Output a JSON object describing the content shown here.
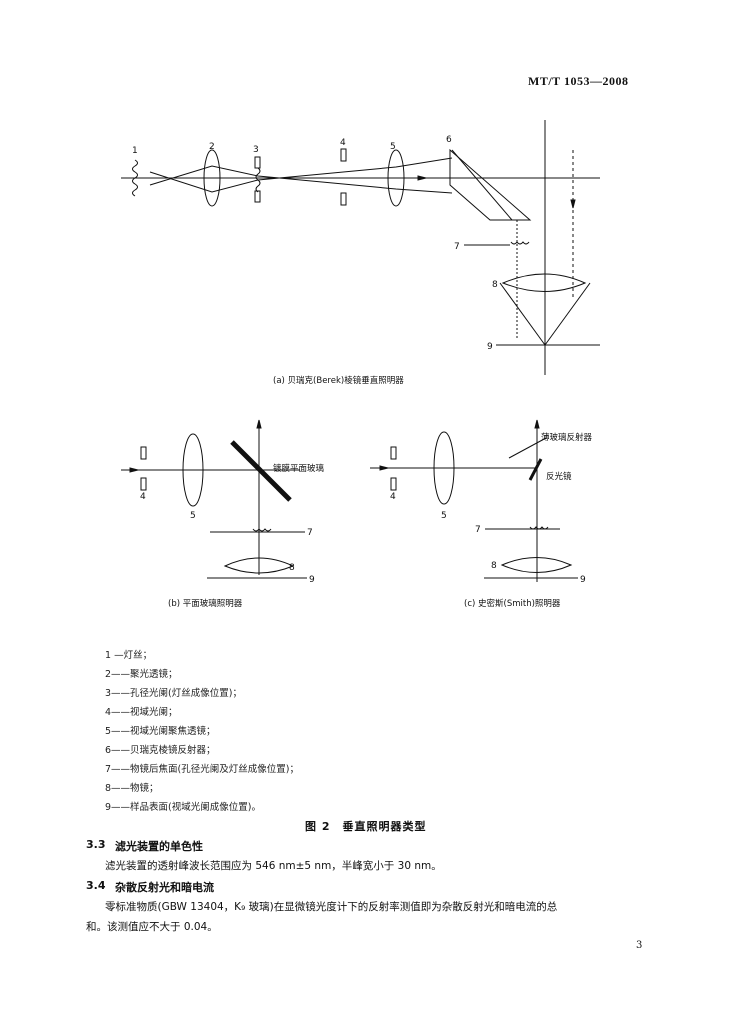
{
  "header": {
    "standard_code": "MT/T 1053—2008"
  },
  "figure": {
    "diagram_a": {
      "part_labels": [
        "1",
        "2",
        "3",
        "4",
        "5",
        "6",
        "7",
        "8",
        "9"
      ],
      "caption": "(a) 贝瑞克(Berek)棱镜垂直照明器"
    },
    "diagram_b": {
      "part_labels": [
        "4",
        "5",
        "7",
        "8",
        "9"
      ],
      "mirror_label": "镀膜平面玻璃",
      "caption": "(b) 平面玻璃照明器"
    },
    "diagram_c": {
      "part_labels": [
        "4",
        "5",
        "7",
        "8",
        "9"
      ],
      "thin_glass_label": "薄玻璃反射器",
      "reflector_label": "反光镜",
      "caption": "(c) 史密斯(Smith)照明器"
    },
    "legend": [
      "1 —灯丝；",
      "2——聚光透镜；",
      "3——孔径光阑(灯丝成像位置)；",
      "4——视域光阑；",
      "5——视域光阑聚焦透镜；",
      "6——贝瑞克棱镜反射器；",
      "7——物镜后焦面(孔径光阑及灯丝成像位置)；",
      "8——物镜；",
      "9——样品表面(视域光阑成像位置)。"
    ],
    "title": "图 2　垂直照明器类型"
  },
  "sections": [
    {
      "number": "3.3",
      "title": "滤光装置的单色性",
      "lines": [
        "滤光装置的透射峰波长范围应为 546 nm±5 nm，半峰宽小于 30 nm。"
      ]
    },
    {
      "number": "3.4",
      "title": "杂散反射光和暗电流",
      "lines": [
        "零标准物质(GBW 13404，K₉ 玻璃)在显微镜光度计下的反射率测值即为杂散反射光和暗电流的总",
        "和。该测值应不大于 0.04。"
      ]
    }
  ],
  "page_number": "3"
}
